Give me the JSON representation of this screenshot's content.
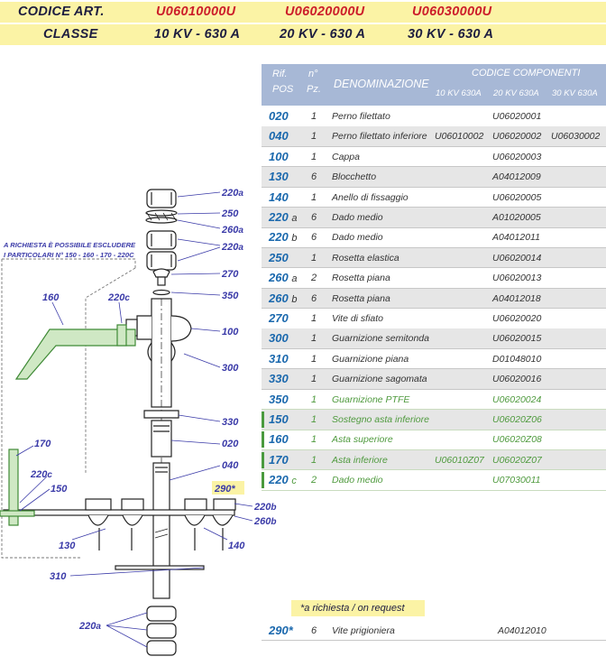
{
  "header": {
    "codice_label": "CODICE ART.",
    "classe_label": "CLASSE",
    "codes": [
      "U06010000U",
      "U06020000U",
      "U06030000U"
    ],
    "classes": [
      "10 KV - 630 A",
      "20 KV - 630 A",
      "30 KV - 630 A"
    ]
  },
  "table": {
    "head": {
      "rif_line1": "Rif.",
      "rif_line2": "POS",
      "n_line1": "n°",
      "n_line2": "Pz.",
      "denominazione": "DENOMINAZIONE",
      "codice_componenti": "CODICE COMPONENTI",
      "sub_10": "10 KV 630A",
      "sub_20": "20 KV 630A",
      "sub_30": "30 KV 630A"
    },
    "rows": [
      {
        "pos": "020",
        "suffix": "",
        "qty": "1",
        "name": "Perno filettato",
        "k10": "",
        "k20": "U06020001",
        "k30": ""
      },
      {
        "pos": "040",
        "suffix": "",
        "qty": "1",
        "name": "Perno filettato inferiore",
        "k10": "U06010002",
        "k20": "U06020002",
        "k30": "U06030002"
      },
      {
        "pos": "100",
        "suffix": "",
        "qty": "1",
        "name": "Cappa",
        "k10": "",
        "k20": "U06020003",
        "k30": ""
      },
      {
        "pos": "130",
        "suffix": "",
        "qty": "6",
        "name": "Blocchetto",
        "k10": "",
        "k20": "A04012009",
        "k30": ""
      },
      {
        "pos": "140",
        "suffix": "",
        "qty": "1",
        "name": "Anello di fissaggio",
        "k10": "",
        "k20": "U06020005",
        "k30": ""
      },
      {
        "pos": "220",
        "suffix": "a",
        "qty": "6",
        "name": "Dado medio",
        "k10": "",
        "k20": "A01020005",
        "k30": ""
      },
      {
        "pos": "220",
        "suffix": "b",
        "qty": "6",
        "name": "Dado medio",
        "k10": "",
        "k20": "A04012011",
        "k30": ""
      },
      {
        "pos": "250",
        "suffix": "",
        "qty": "1",
        "name": "Rosetta elastica",
        "k10": "",
        "k20": "U06020014",
        "k30": ""
      },
      {
        "pos": "260",
        "suffix": "a",
        "qty": "2",
        "name": "Rosetta piana",
        "k10": "",
        "k20": "U06020013",
        "k30": ""
      },
      {
        "pos": "260",
        "suffix": "b",
        "qty": "6",
        "name": "Rosetta piana",
        "k10": "",
        "k20": "A04012018",
        "k30": ""
      },
      {
        "pos": "270",
        "suffix": "",
        "qty": "1",
        "name": "Vite di sfiato",
        "k10": "",
        "k20": "U06020020",
        "k30": ""
      },
      {
        "pos": "300",
        "suffix": "",
        "qty": "1",
        "name": "Guarnizione semitonda",
        "k10": "",
        "k20": "U06020015",
        "k30": ""
      },
      {
        "pos": "310",
        "suffix": "",
        "qty": "1",
        "name": "Guarnizione piana",
        "k10": "",
        "k20": "D01048010",
        "k30": ""
      },
      {
        "pos": "330",
        "suffix": "",
        "qty": "1",
        "name": "Guarnizione sagomata",
        "k10": "",
        "k20": "U06020016",
        "k30": ""
      },
      {
        "pos": "350",
        "suffix": "",
        "qty": "1",
        "name": "Guarnizione PTFE",
        "k10": "",
        "k20": "U06020024",
        "k30": ""
      },
      {
        "pos": "150",
        "suffix": "",
        "qty": "1",
        "name": "Sostegno asta inferiore",
        "k10": "",
        "k20": "U06020Z06",
        "k30": ""
      },
      {
        "pos": "160",
        "suffix": "",
        "qty": "1",
        "name": "Asta superiore",
        "k10": "",
        "k20": "U06020Z08",
        "k30": ""
      },
      {
        "pos": "170",
        "suffix": "",
        "qty": "1",
        "name": "Asta inferiore",
        "k10": "U06010Z07",
        "k20": "U06020Z07",
        "k30": ""
      },
      {
        "pos": "220",
        "suffix": "c",
        "qty": "2",
        "name": "Dado medio",
        "k10": "",
        "k20": "U07030011",
        "k30": ""
      }
    ]
  },
  "request_note": "*a richiesta / on request",
  "request_row": {
    "pos": "290",
    "marker": "*",
    "qty": "6",
    "name": "Vite prigioniera",
    "code": "A04012010"
  },
  "drawing": {
    "note_line1": "A RICHIESTA È POSSIBILE ESCLUDERE",
    "note_line2": "I PARTICOLARI N° 150 - 160 - 170 - 220C",
    "labels": {
      "l220a_top": "220",
      "s220a_top": "a",
      "l250": "250",
      "l260a": "260",
      "s260a": "a",
      "l220a_mid": "220",
      "s220a_mid": "a",
      "l270": "270",
      "l350": "350",
      "l160": "160",
      "l220c_top": "220",
      "s220c_top": "c",
      "l100": "100",
      "l300": "300",
      "l330": "330",
      "l020": "020",
      "l040": "040",
      "l170": "170",
      "l220c_bot": "220",
      "s220c_bot": "c",
      "l150": "150",
      "l290": "290",
      "l220b": "220",
      "s220b": "b",
      "l260b": "260",
      "s260b": "b",
      "l130": "130",
      "l140": "140",
      "l310": "310",
      "l220a_bot": "220",
      "s220a_bot": "a"
    }
  },
  "colors": {
    "header_band": "#fbf3a5",
    "code_red": "#cc1d2a",
    "table_head": "#a7b8d6",
    "pos_blue": "#1a68ad",
    "optional_green": "#4f9a3e",
    "callout_blue": "#3a3aa8"
  }
}
